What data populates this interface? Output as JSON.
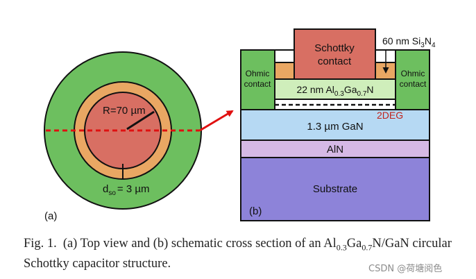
{
  "figure": {
    "panel_a": {
      "label": "(a)",
      "radius_label": "R=70 µm",
      "spacing_label": "= 3 µm",
      "spacing_symbol": "d",
      "spacing_subscript": "so"
    },
    "panel_b": {
      "label": "(b)",
      "schottky_line1": "Schottky",
      "schottky_line2": "contact",
      "ohmic_line1": "Ohmic",
      "ohmic_line2": "contact",
      "sin_label": "60 nm Si",
      "sin_sub1": "3",
      "sin_n": "N",
      "sin_sub2": "4",
      "algan_prefix": "22 nm Al",
      "algan_sub1": "0.3",
      "algan_ga": "Ga",
      "algan_sub2": "0.7",
      "algan_n": "N",
      "twodeg_label": "2DEG",
      "gan_label": "1.3 µm GaN",
      "aln_label": "AlN",
      "substrate_label": "Substrate"
    },
    "colors": {
      "green": "#6dbf5f",
      "orange": "#e9a763",
      "red_core": "#d86f63",
      "light_green": "#cfeebb",
      "light_blue": "#b6d9f3",
      "purple_light": "#d5b9e5",
      "purple_dark": "#8d83d9",
      "cut_line": "#e01010",
      "twodeg_text": "#c0231b"
    }
  },
  "caption": {
    "label": "Fig. 1.",
    "text1": "(a) Top view and (b) schematic cross section of an Al",
    "sub1": "0.3",
    "text2": "Ga",
    "sub2": "0.7",
    "text3": "N/GaN circular Schottky capacitor structure."
  },
  "watermark": "CSDN @荷塘阅色"
}
